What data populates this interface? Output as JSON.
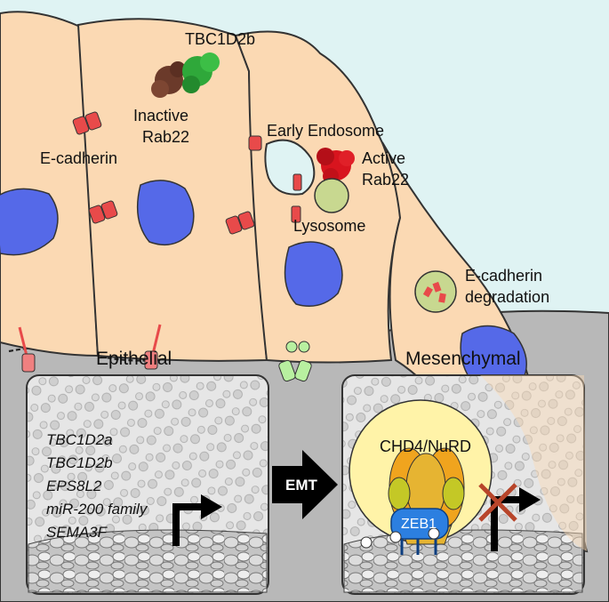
{
  "labels": {
    "tbc1d2b": "TBC1D2b",
    "inactive_1": "Inactive",
    "inactive_2": "Rab22",
    "ecadherin": "E-cadherin",
    "early_endosome": "Early Endosome",
    "active_1": "Active",
    "active_2": "Rab22",
    "lysosome": "Lysosome",
    "degradation_1": "E-cadherin",
    "degradation_2": "degradation",
    "epithelial": "Epithelial",
    "mesenchymal": "Mesenchymal",
    "emt": "EMT",
    "complex": "CHD4/NuRD",
    "zeb1": "ZEB1"
  },
  "genes": [
    "TBC1D2a",
    "TBC1D2b",
    "EPS8L2",
    "miR-200 family",
    "SEMA3F"
  ],
  "colors": {
    "sky": "#dff3f3",
    "cell": "#fbd9b3",
    "nucleus": "#5569e8",
    "substrate": "#b9b9b9",
    "cadherin": "#e84a4a",
    "rab22_active": "#d8141e",
    "rab22_inactive": "#6b3a2a",
    "tbc1d2b": "#2fa83a",
    "lysosome": "#c8d890",
    "nurd": "#fff3a8",
    "zeb1": "#2c7fe0",
    "orange_protein": "#f0a41e"
  }
}
